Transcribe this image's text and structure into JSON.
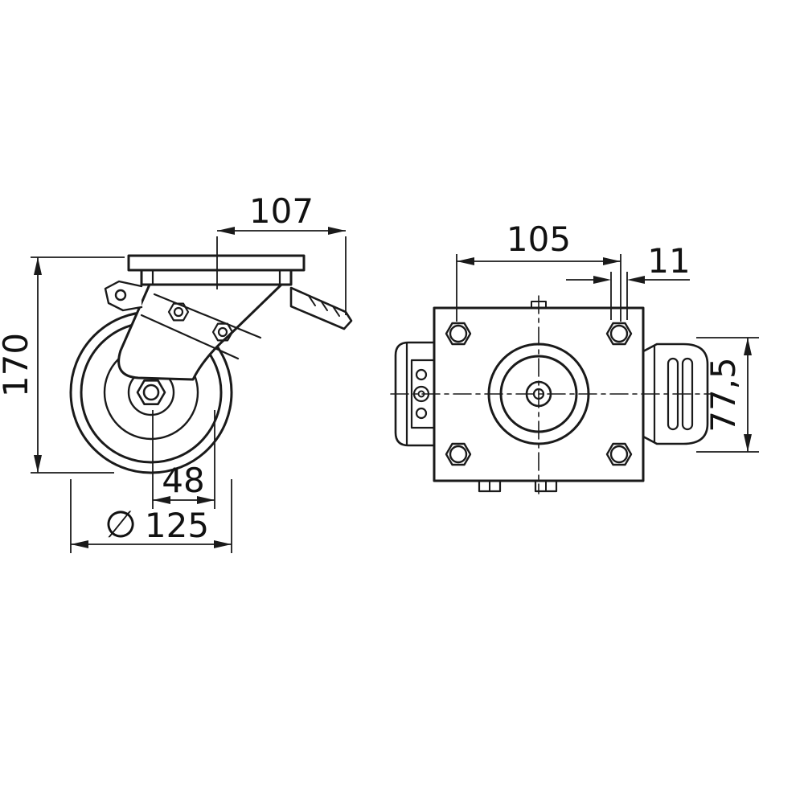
{
  "drawing": {
    "kind": "technical-drawing",
    "colors": {
      "background": "#ffffff",
      "line": "#1a1a1a",
      "text": "#111111"
    },
    "dimensions": {
      "d107": "107",
      "d170": "170",
      "d48": "48",
      "dia_symbol": "∅",
      "d125": "125",
      "d105": "105",
      "d11": "11",
      "d77_5": "77,5"
    }
  }
}
